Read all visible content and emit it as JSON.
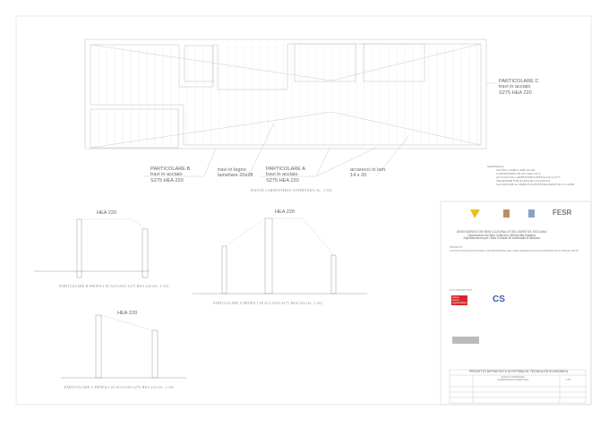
{
  "plan": {
    "labels": {
      "part_b": [
        "PARTICOLARE B",
        "travi in acciaio",
        "S275 HEA 220"
      ],
      "travi_legno": [
        "travi in legno",
        "lamellare 20x28"
      ],
      "part_a": [
        "PARTICOLARE A",
        "travi in acciaio",
        "S275 HEA 220"
      ],
      "arcarecci": [
        "arcarecci in lam.",
        "14 x 20"
      ],
      "part_c": [
        "PARTICOLARE C",
        "travi in acciaio",
        "S275 HEA 220"
      ]
    },
    "caption": "PIANTA CARPENTERIA COPERTURA (Sc. 1:50)"
  },
  "materials": {
    "title": "MATERIALI:",
    "items": [
      "LEGNO LAMELLARE GL24h",
      "CONNESSIONI IN ACCIAIO S275",
      "ACCIAIO DA CARPENTERIA METALLICA S275",
      "TIRAFONDI E BULLONI DI CLASSE 8.8",
      "SALDATURE A COMPLETA PENETRAZIONE DI I CLASSE"
    ]
  },
  "sections": {
    "b": {
      "profile": "HEA 220",
      "caption": "PARTICOLARE B PROFILI IN ACCIAIO S275 HEA 220 (Sc. 1:50)"
    },
    "a": {
      "profile": "HEA 220",
      "caption": "PARTICOLARE A PROFILI IN ACCIAIO S275 HEA 220 (Sc. 1:50)"
    },
    "c": {
      "profile": "HEA 220",
      "caption": "PARTICOLARE C PROFILI IN ACCIAIO S275 HEA 220 (Sc. 1:50)"
    }
  },
  "title_block": {
    "logo_fesr": "FESR",
    "logo_cs": "CS",
    "logo_red": "urban future organization",
    "entity": [
      "ASSESSORATO DEI BENI CULTURALI E DELL'IDENTITA' SICILIANA",
      "Dipartimento dei Beni Culturali e dell'Identità Siciliana",
      "Soprintendenza per i Beni Culturali ed Ambientali di Messina"
    ],
    "project_label": "PROGETTO:",
    "project": "LAVORI DI RIQUALIFICAZIONE E VALORIZZAZIONE DELL'AREA ARCHEOLOGICA E ANTIQUARIUM DI TINDARI (PATTI)",
    "stage": "PROGETTO DEFINITIVO E DI FATTIBILITA' TECNICA ED ECONOMICA",
    "drawing": [
      "PIANTA COPERTURA",
      "CARPENTERIA COPERTURA"
    ],
    "scale": "1:50",
    "rup": "R.T.P. PROGETTISTI"
  }
}
